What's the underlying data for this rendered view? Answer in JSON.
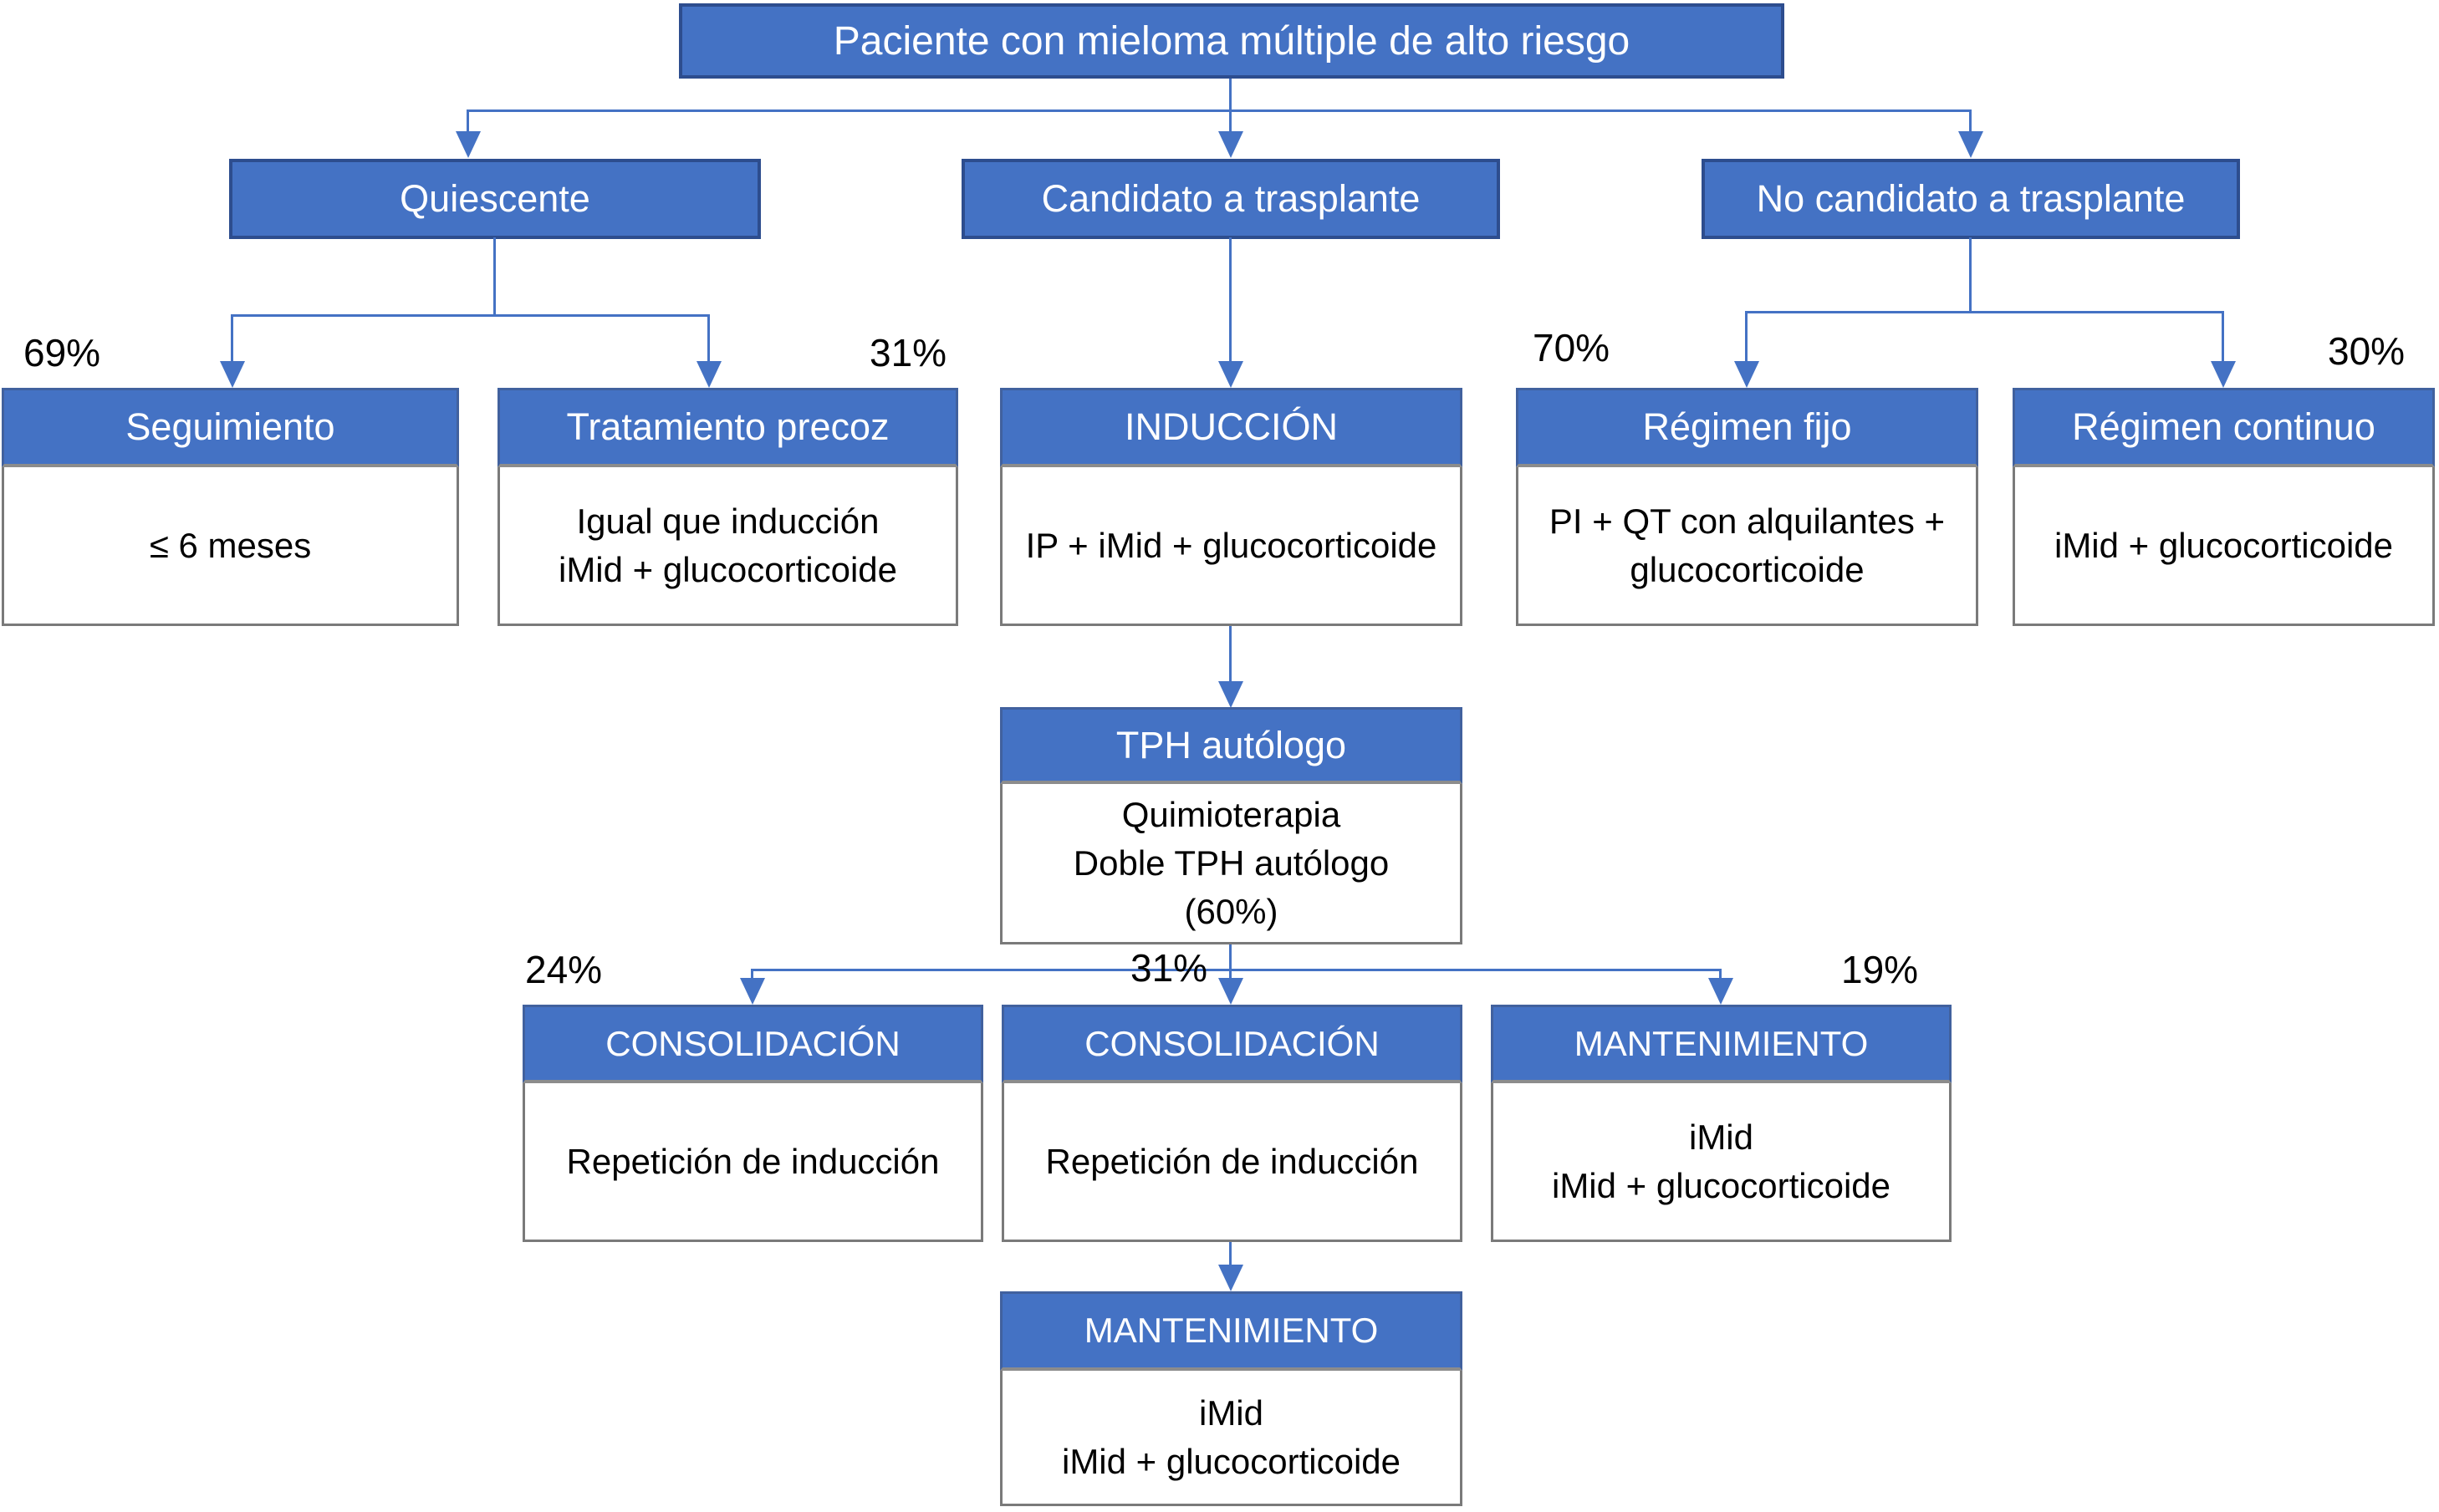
{
  "colors": {
    "box_blue": "#4472C4",
    "box_border_navy": "#2D4D8E",
    "body_border_gray": "#7A7A7A",
    "arrow_blue": "#4472C4",
    "text_white": "#FFFFFF",
    "text_black": "#000000"
  },
  "title": {
    "label": "Paciente con mieloma múltiple de alto riesgo"
  },
  "branches": {
    "quiescente": {
      "label": "Quiescente"
    },
    "candidato": {
      "label": "Candidato a trasplante"
    },
    "no_candidato": {
      "label": "No candidato a trasplante"
    }
  },
  "percents": {
    "seguimiento": "69%",
    "tratamiento_precoz": "31%",
    "regimen_fijo": "70%",
    "regimen_continuo": "30%",
    "consolidacion_1": "24%",
    "consolidacion_2": "31%",
    "mantenimiento_right": "19%"
  },
  "nodes": {
    "seguimiento": {
      "header": "Seguimiento",
      "body": [
        "≤ 6 meses"
      ]
    },
    "tratamiento_precoz": {
      "header": "Tratamiento precoz",
      "body": [
        "Igual que inducción",
        "iMid + glucocorticoide"
      ]
    },
    "induccion": {
      "header": "INDUCCIÓN",
      "body": [
        "IP + iMid + glucocorticoide"
      ]
    },
    "regimen_fijo": {
      "header": "Régimen fijo",
      "body": [
        "PI + QT con alquilantes +",
        "glucocorticoide"
      ]
    },
    "regimen_continuo": {
      "header": "Régimen continuo",
      "body": [
        "iMid + glucocorticoide"
      ]
    },
    "tph_autologo": {
      "header": "TPH autólogo",
      "body": [
        "Quimioterapia",
        "Doble TPH autólogo",
        "(60%)"
      ]
    },
    "consolidacion_1": {
      "header": "CONSOLIDACIÓN",
      "body": [
        "Repetición de inducción"
      ]
    },
    "consolidacion_2": {
      "header": "CONSOLIDACIÓN",
      "body": [
        "Repetición de inducción"
      ]
    },
    "mantenimiento_right": {
      "header": "MANTENIMIENTO",
      "body": [
        "iMid",
        "iMid + glucocorticoide"
      ]
    },
    "mantenimiento_bottom": {
      "header": "MANTENIMIENTO",
      "body": [
        "iMid",
        "iMid + glucocorticoide"
      ]
    }
  }
}
